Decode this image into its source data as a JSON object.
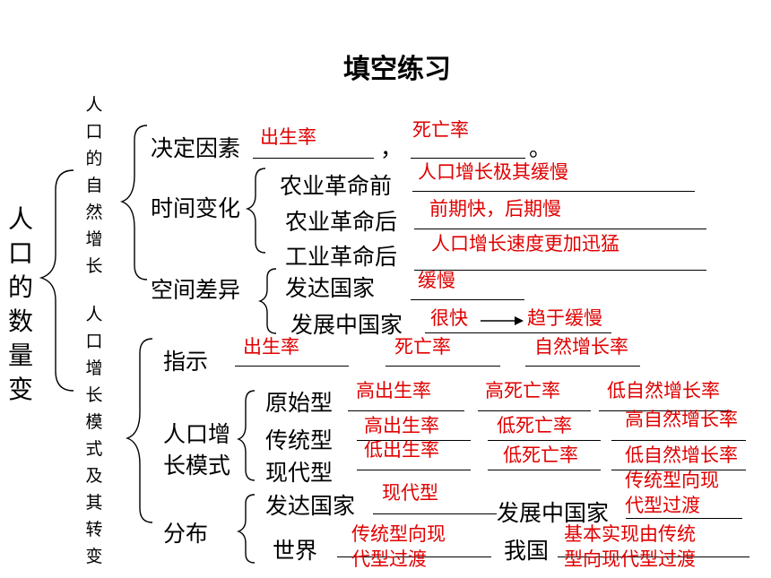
{
  "title": "填空练习",
  "topic": "人口的数量变化",
  "branches": {
    "natural": "人口的自然增长",
    "model": "人口增长模式及其转变"
  },
  "natural": {
    "factors": {
      "label": "决定因素",
      "comma": "，",
      "period": "。",
      "answers": [
        "出生率",
        "死亡率"
      ]
    },
    "time": {
      "label": "时间变化",
      "rows": [
        {
          "label": "农业革命前",
          "answer": "人口增长极其缓慢"
        },
        {
          "label": "农业革命后",
          "answer": "前期快，后期慢"
        },
        {
          "label": "工业革命后",
          "answer": "人口增长速度更加迅猛"
        }
      ]
    },
    "space": {
      "label": "空间差异",
      "developed": {
        "label": "发达国家",
        "answer": "缓慢"
      },
      "developing": {
        "label": "发展中国家",
        "answer_from": "很快",
        "answer_to": "趋于缓慢"
      }
    }
  },
  "model": {
    "indicators": {
      "label": "指示",
      "answers": [
        "出生率",
        "死亡率",
        "自然增长率"
      ]
    },
    "types": {
      "label_line1": "人口增",
      "label_line2": "长模式",
      "rows": [
        {
          "label": "原始型",
          "answers": [
            "高出生率",
            "高死亡率",
            "低自然增长率"
          ]
        },
        {
          "label": "传统型",
          "answers": [
            "高出生率",
            "低死亡率",
            "高自然增长率"
          ]
        },
        {
          "label": "现代型",
          "answers": [
            "低出生率",
            "低死亡率",
            "低自然增长率"
          ]
        }
      ]
    },
    "distribution": {
      "label": "分布",
      "developed_label": "发达国家",
      "developed_answer": "现代型",
      "developing_label": "发展中国家",
      "developing_answer_line1": "传统型向现",
      "developing_answer_line2": "代型过渡",
      "world_label": "世界",
      "world_answer_line1": "传统型向现",
      "world_answer_line2": "代型过渡",
      "china_label": "我国",
      "china_answer_line1": "基本实现由传统",
      "china_answer_line2": "型向现代型过渡"
    }
  }
}
